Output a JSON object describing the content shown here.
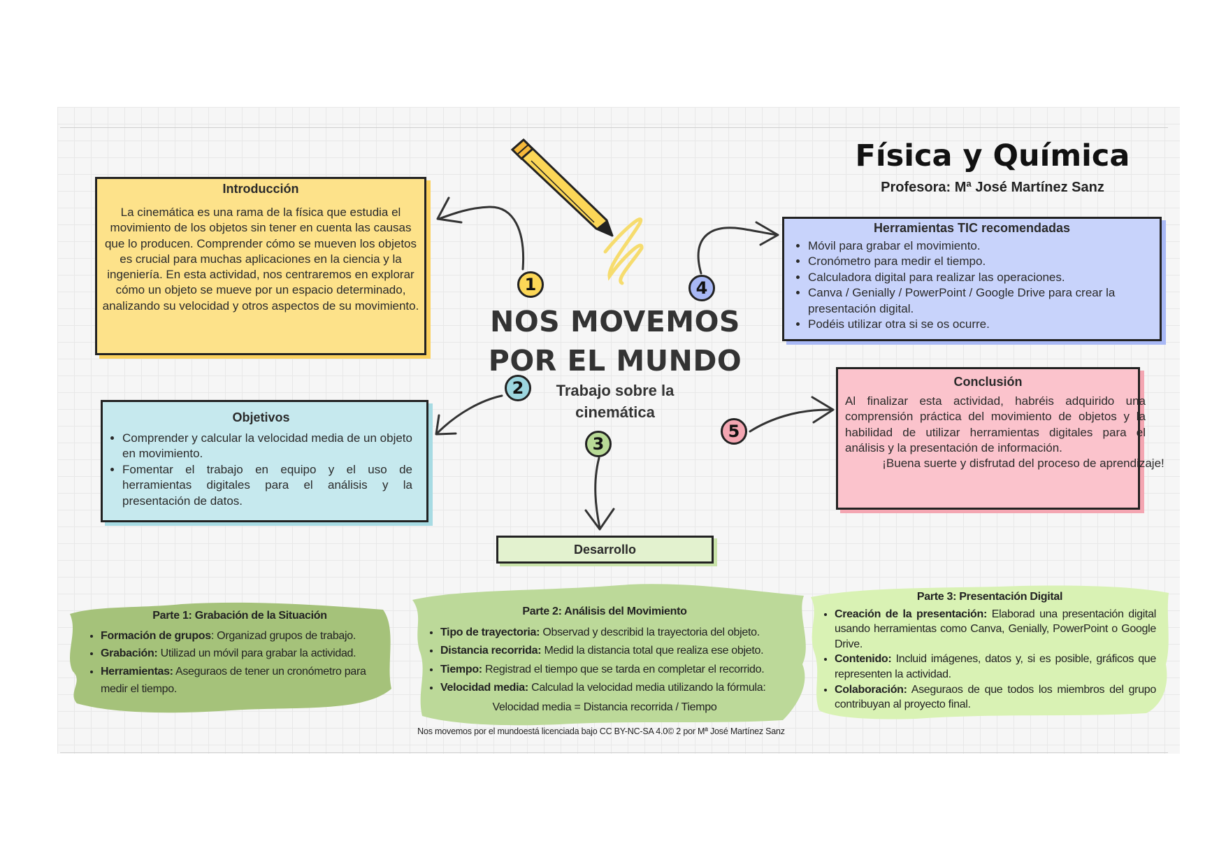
{
  "header": {
    "title": "Física y Química",
    "teacher": "Profesora: Mª José Martínez Sanz"
  },
  "center": {
    "title_line1": "NOS MOVEMOS",
    "title_line2": "POR EL MUNDO",
    "subtitle_line1": "Trabajo sobre la",
    "subtitle_line2": "cinemática"
  },
  "badges": [
    "1",
    "2",
    "3",
    "4",
    "5"
  ],
  "introduccion": {
    "title": "Introducción",
    "text": "La cinemática es una rama de la física que estudia el movimiento de los objetos sin tener en cuenta las causas que lo producen. Comprender cómo se mueven los objetos es crucial para muchas aplicaciones en la ciencia y la ingeniería. En esta actividad, nos centraremos en explorar cómo un objeto se mueve por un espacio determinado, analizando su velocidad y otros aspectos de su movimiento."
  },
  "objetivos": {
    "title": "Objetivos",
    "items": [
      "Comprender y calcular la velocidad media de un objeto en movimiento.",
      "Fomentar el trabajo en equipo y el uso de herramientas digitales para el análisis y la presentación de datos."
    ]
  },
  "herramientas": {
    "title": "Herramientas TIC recomendadas",
    "items": [
      "Móvil para grabar el movimiento.",
      "Cronómetro para medir el tiempo.",
      "Calculadora digital para realizar las operaciones.",
      "Canva / Genially / PowerPoint / Google Drive para crear la presentación digital.",
      "Podéis utilizar otra si se os ocurre."
    ]
  },
  "conclusion": {
    "title": "Conclusión",
    "text1": "Al finalizar esta actividad, habréis adquirido una comprensión práctica del movimiento de objetos y la habilidad de utilizar herramientas digitales para el análisis y la presentación de información.",
    "text2": "¡Buena suerte y disfrutad del proceso de aprendizaje!"
  },
  "desarrollo": {
    "title": "Desarrollo"
  },
  "parte1": {
    "title": "Parte 1: Grabación de la Situación",
    "items": [
      {
        "label": "Formación de grupos",
        "sep": ":",
        "text": " Organizad grupos de trabajo."
      },
      {
        "label": "Grabación:",
        "sep": "",
        "text": " Utilizad un móvil para grabar la actividad."
      },
      {
        "label": "Herramientas:",
        "sep": "",
        "text": " Aseguraos de tener un cronómetro para medir el tiempo."
      }
    ]
  },
  "parte2": {
    "title": "Parte 2: Análisis del Movimiento",
    "items": [
      {
        "label": "Tipo de trayectoria:",
        "text": " Observad y describid la trayectoria del objeto."
      },
      {
        "label": "Distancia recorrida:",
        "text": " Medid la distancia total que  realiza ese objeto."
      },
      {
        "label": "Tiempo:",
        "text": " Registrad el tiempo que se tarda en completar el recorrido."
      },
      {
        "label": "Velocidad media:",
        "text": " Calculad la velocidad media utilizando la fórmula:"
      }
    ],
    "formula": "Velocidad media = Distancia recorrida / Tiempo"
  },
  "parte3": {
    "title": "Parte 3: Presentación Digital",
    "items": [
      {
        "label": "Creación de la presentación:",
        "text": " Elaborad una presentación digital usando herramientas como Canva, Genially, PowerPoint o Google Drive."
      },
      {
        "label": "Contenido:",
        "text": " Incluid imágenes, datos y, si es posible, gráficos que representen la actividad."
      },
      {
        "label": "Colaboración:",
        "text": " Aseguraos de que todos los miembros del grupo contribuyan al proyecto final."
      }
    ]
  },
  "footer": "Nos movemos por el mundoestá licenciada bajo CC BY-NC-SA 4.0© 2 por Mª José Martínez Sanz",
  "colors": {
    "intro_bg": "#fde28a",
    "tic_bg": "#c8d3fb",
    "obj_bg": "#c6e9ee",
    "concl_bg": "#fbc3cc",
    "desarrollo_bg": "#e3f2cf",
    "parte1_bg": "#a5c27a",
    "parte2_bg": "#bcd999",
    "parte3_bg": "#d9f2b4"
  }
}
